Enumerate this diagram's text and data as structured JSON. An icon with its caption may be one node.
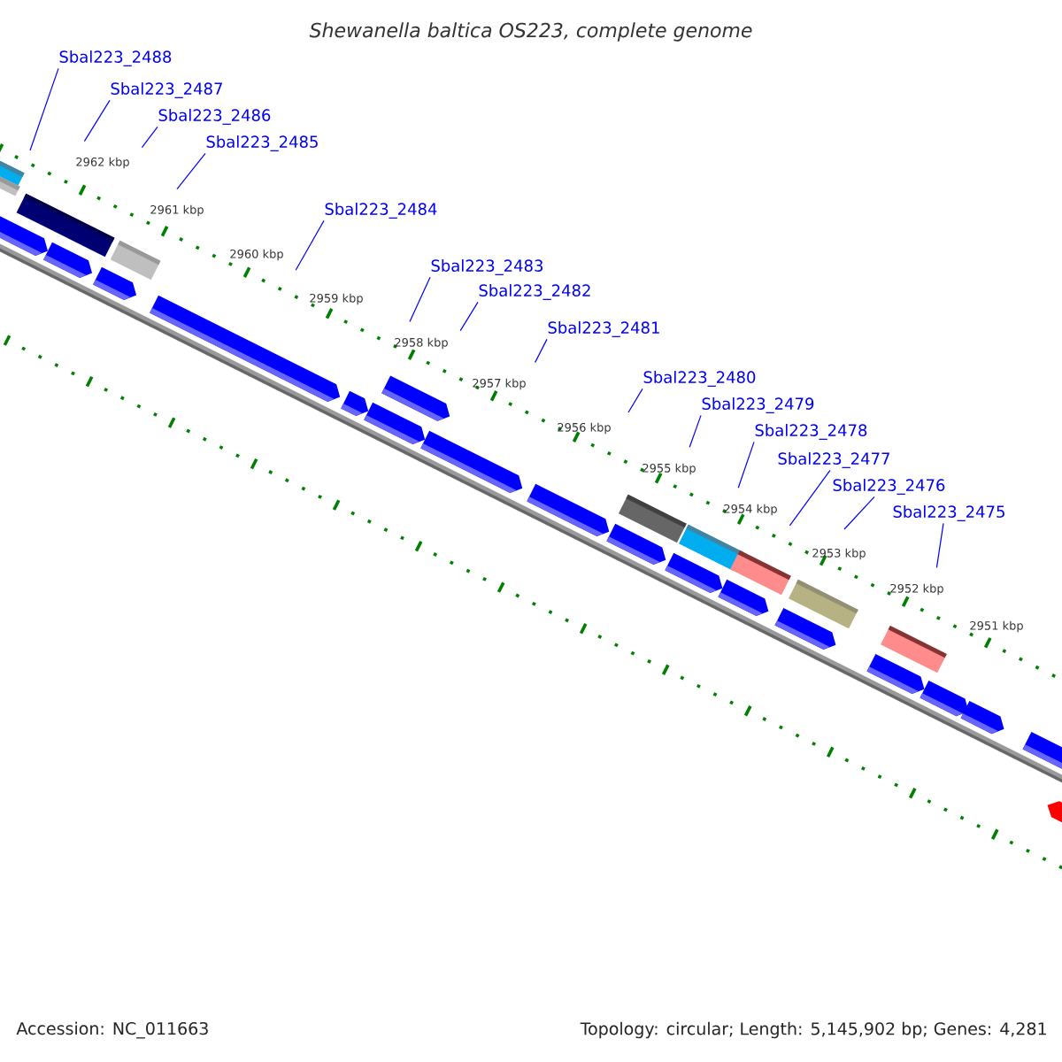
{
  "diagram": {
    "title": "Shewanella baltica OS223, complete genome",
    "nodes": [
      {
        "text": [
          "Sbal223_2488"
        ]
      },
      {
        "text": [
          "Sbal223_2487"
        ]
      },
      {
        "text": [
          "Sbal223_2486"
        ]
      },
      {
        "text": [
          "Sbal223_2485"
        ]
      },
      {
        "text": [
          "Sbal223_2484"
        ]
      },
      {
        "text": [
          "Sbal223_2483"
        ]
      },
      {
        "text": [
          "Sbal223_2482"
        ]
      },
      {
        "text": [
          "Sbal223_2481"
        ]
      },
      {
        "text": [
          "Sbal223_2480"
        ]
      },
      {
        "text": [
          "Sbal223_2479"
        ]
      },
      {
        "text": [
          "Sbal223_2478"
        ]
      },
      {
        "text": [
          "Sbal223_2477"
        ]
      },
      {
        "text": [
          "Sbal223_2476"
        ]
      },
      {
        "text": [
          "Sbal223_2475"
        ]
      }
    ],
    "edges": [
      {
        "from": 0,
        "to": null,
        "arrow": "none"
      },
      {
        "from": 1,
        "to": null,
        "arrow": "none"
      },
      {
        "from": 2,
        "to": null,
        "arrow": "none"
      },
      {
        "from": 3,
        "to": null,
        "arrow": "none"
      },
      {
        "from": 4,
        "to": null,
        "arrow": "none"
      },
      {
        "from": 5,
        "to": null,
        "arrow": "none"
      },
      {
        "from": 6,
        "to": null,
        "arrow": "none"
      },
      {
        "from": 7,
        "to": null,
        "arrow": "none"
      },
      {
        "from": 8,
        "to": null,
        "arrow": "none"
      },
      {
        "from": 9,
        "to": null,
        "arrow": "none"
      },
      {
        "from": 10,
        "to": null,
        "arrow": "none"
      },
      {
        "from": 11,
        "to": null,
        "arrow": "none"
      },
      {
        "from": 12,
        "to": null,
        "arrow": "none"
      },
      {
        "from": 13,
        "to": null,
        "arrow": "none"
      }
    ],
    "labels": [
      "2962 kbp",
      "2961 kbp",
      "2960 kbp",
      "2959 kbp",
      "2958 kbp",
      "2957 kbp",
      "2956 kbp",
      "2955 kbp",
      "2954 kbp",
      "2953 kbp",
      "2952 kbp",
      "2951 kbp",
      "Accession: NC_011663",
      "Topology: circular; Length: 5,145,902 bp; Genes: 4,281"
    ]
  }
}
